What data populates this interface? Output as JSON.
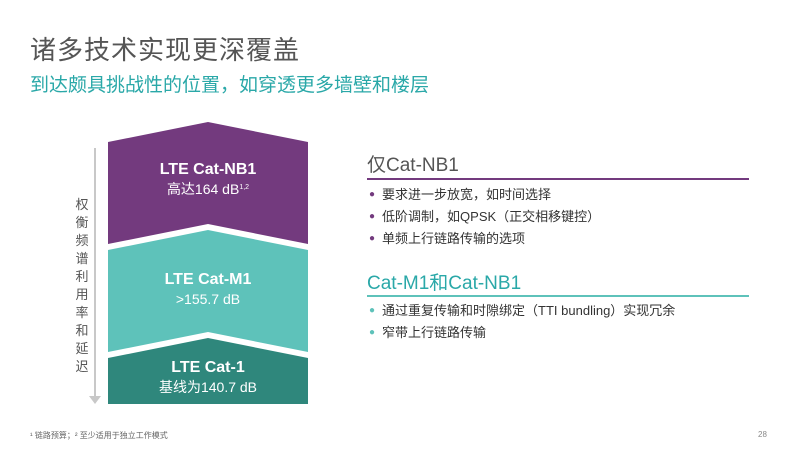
{
  "header": {
    "title": "诸多技术实现更深覆盖",
    "subtitle": "到达颇具挑战性的位置，如穿透更多墙壁和楼层"
  },
  "axis": {
    "label_chars": [
      "权",
      "衡",
      "频",
      "谱",
      "利",
      "用",
      "率",
      "和",
      "延",
      "迟"
    ]
  },
  "tiers": [
    {
      "name": "LTE Cat-NB1",
      "value_prefix": "高达164 dB",
      "value_sup": "1,2",
      "color": "#733a7e"
    },
    {
      "name": "LTE Cat-M1",
      "value_prefix": ">155.7 dB",
      "value_sup": "",
      "color": "#5ec2ba"
    },
    {
      "name": "LTE Cat-1",
      "value_prefix": "基线为140.7 dB",
      "value_sup": "",
      "color": "#2f877c"
    }
  ],
  "sections": [
    {
      "title": "仅Cat-NB1",
      "rule_color": "#733a7e",
      "bullet_color": "#733a7e",
      "items": [
        "要求进一步放宽，如时间选择",
        "低阶调制，如QPSK（正交相移键控）",
        "单频上行链路传输的选项"
      ]
    },
    {
      "title": "Cat-M1和Cat-NB1",
      "rule_color": "#5ec2ba",
      "bullet_color": "#5ec2ba",
      "items": [
        "通过重复传输和时隙绑定（TTI bundling）实现冗余",
        "窄带上行链路传输"
      ]
    }
  ],
  "footer": {
    "footnote": "¹ 链路预算；² 至少适用于独立工作模式",
    "page": "28"
  }
}
